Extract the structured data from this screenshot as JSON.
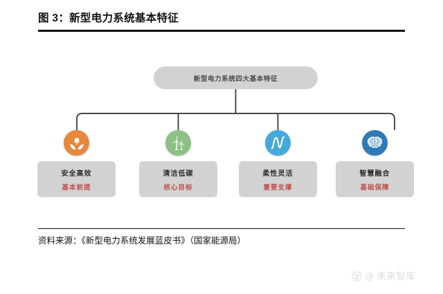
{
  "figure": {
    "title": "图 3：新型电力系统基本特征",
    "root": {
      "label": "新型电力系统四大基本特征"
    },
    "nodes": [
      {
        "title": "安全高效",
        "subtitle": "基本前提",
        "icon": "hands-holding-lightbulb-icon",
        "icon_color": "#E8883C"
      },
      {
        "title": "清洁低碳",
        "subtitle": "核心目标",
        "icon": "wind-turbine-icon",
        "icon_color": "#8CC084"
      },
      {
        "title": "柔性灵活",
        "subtitle": "重要支撑",
        "icon": "waveform-icon",
        "icon_color": "#45A9DC"
      },
      {
        "title": "智慧融合",
        "subtitle": "基础保障",
        "icon": "brain-icon",
        "icon_color": "#2E7AB8"
      }
    ],
    "source": "资料来源：《新型电力系统发展蓝皮书》（国家能源局）",
    "watermark": {
      "at": "@",
      "text": "未来智库"
    },
    "colors": {
      "box_fill": "#D2D2D2",
      "subtitle_red": "#C0504D",
      "rule_black": "#111111",
      "connector": "#2F2F2F"
    }
  }
}
